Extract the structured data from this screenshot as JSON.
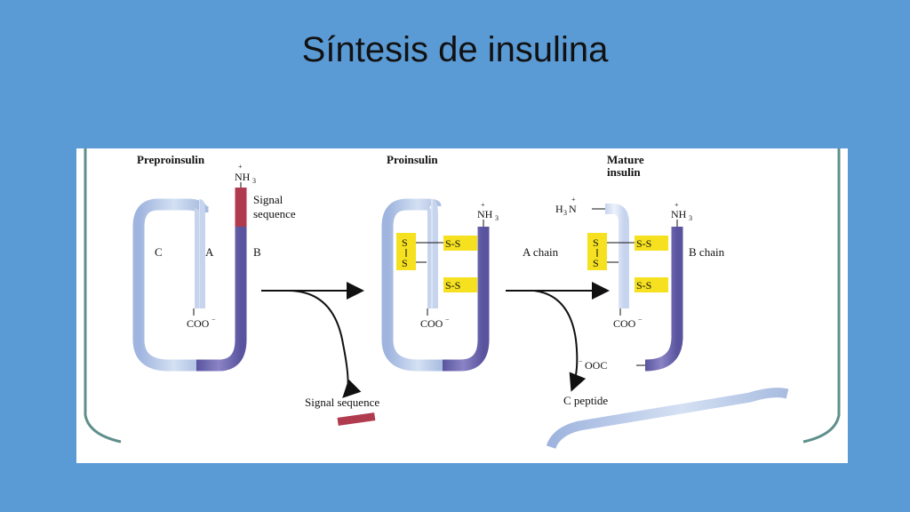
{
  "slide": {
    "title": "Síntesis de insulina"
  },
  "diagram": {
    "stages": {
      "preproinsulin": "Preproinsulin",
      "proinsulin": "Proinsulin",
      "mature_line1": "Mature",
      "mature_line2": "insulin"
    },
    "labels": {
      "signal_line1": "Signal",
      "signal_line2": "sequence",
      "chain_c": "C",
      "chain_a": "A",
      "chain_b": "B",
      "a_chain": "A chain",
      "b_chain": "B chain",
      "signal_sequence": "Signal sequence",
      "c_peptide": "C peptide"
    },
    "chem": {
      "nh": "NH",
      "h3": "H",
      "n": "N",
      "sub3": "3",
      "plus": "+",
      "minus": "−",
      "coo": "COO",
      "ooc": "OOC",
      "s": "S",
      "ss": "S-S"
    },
    "colors": {
      "slide_bg": "#5b9bd5",
      "light_chain": "#d4e0f3",
      "mid_chain": "#a8bce0",
      "dark_chain": "#6a63ad",
      "signal": "#b03a4e",
      "disulfide_box": "#f5e11f",
      "frame_teal": "#5f8f8a"
    }
  }
}
